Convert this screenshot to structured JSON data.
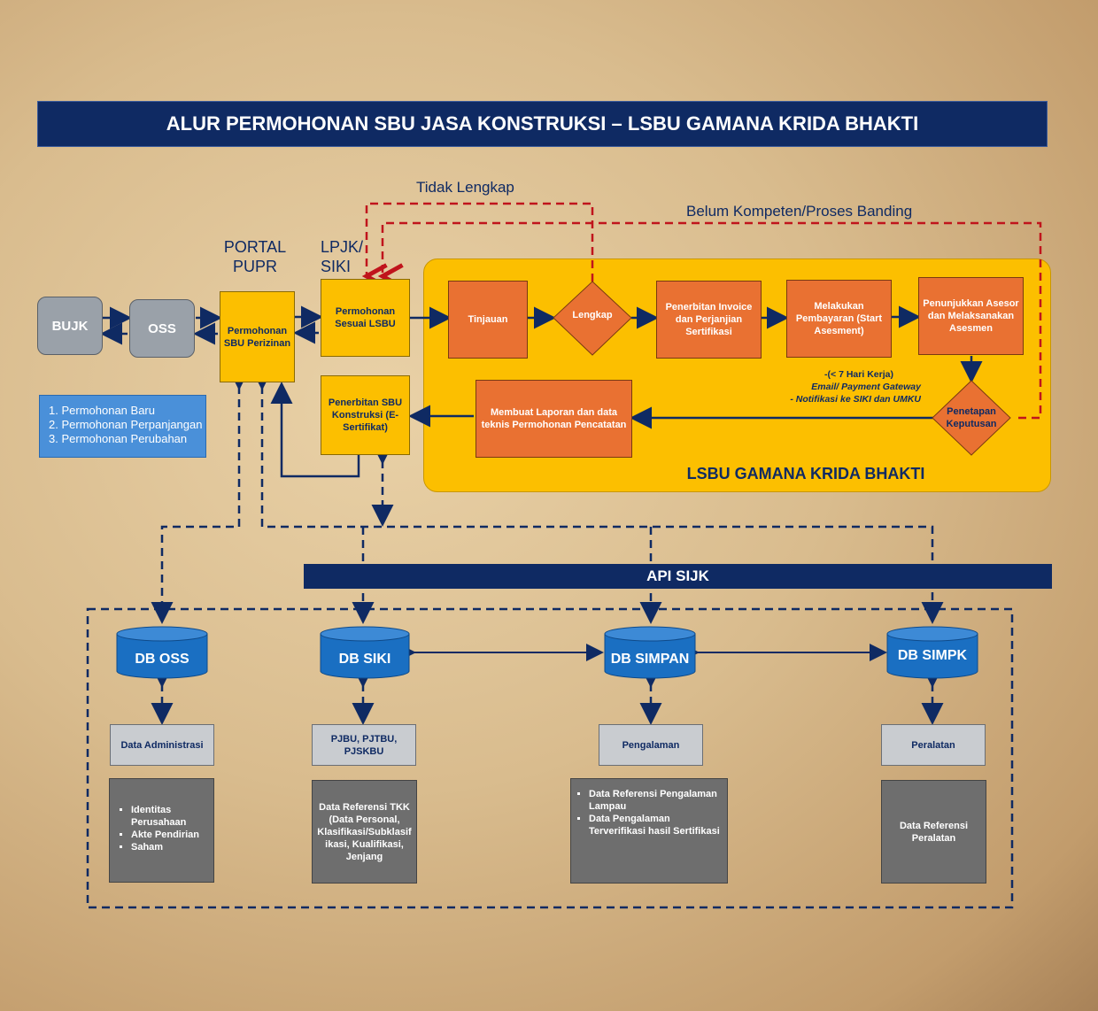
{
  "title": "ALUR PERMOHONAN SBU JASA KONSTRUKSI – LSBU GAMANA KRIDA BHAKTI",
  "headings": {
    "portal": "PORTAL PUPR",
    "lpjk": "LPJK/ SIKI"
  },
  "labels": {
    "tidak_lengkap": "Tidak Lengkap",
    "belum_kompeten": "Belum Kompeten/Proses Banding",
    "lsbu": "LSBU GAMANA KRIDA BHAKTI",
    "api": "API SIJK"
  },
  "nodes": {
    "bujk": "BUJK",
    "oss": "OSS",
    "permohonan_sbu": "Permohonan SBU Perizinan",
    "permohonan_lsbu": "Permohonan Sesuai LSBU",
    "penerbitan_sbu": "Penerbitan SBU Konstruksi (E- Sertifikat)",
    "tinjauan": "Tinjauan",
    "lengkap": "Lengkap",
    "invoice": "Penerbitan Invoice dan Perjanjian Sertifikasi",
    "pembayaran": "Melakukan Pembayaran (Start Asesment)",
    "asesor": "Penunjukkan Asesor dan Melaksanakan Asesmen",
    "keputusan": "Penetapan Keputusan",
    "laporan": "Membuat Laporan dan data teknis Permohonan Pencatatan"
  },
  "notes": [
    "-(< 7 Hari Kerja)",
    "Email/ Payment Gateway",
    "-    Notifikasi ke SIKI dan UMKU"
  ],
  "permohonan_types": [
    "Permohonan Baru",
    "Permohonan Perpanjangan",
    "Permohonan Perubahan"
  ],
  "databases": [
    {
      "name": "DB OSS",
      "category": "Data Administrasi",
      "detail_list": [
        "Identitas Perusahaan",
        "Akte Pendirian",
        "Saham"
      ]
    },
    {
      "name": "DB SIKI",
      "category": "PJBU, PJTBU, PJSKBU",
      "detail_text": "Data Referensi TKK (Data Personal, Klasifikasi/Subklasif ikasi, Kualifikasi, Jenjang"
    },
    {
      "name": "DB SIMPAN",
      "category": "Pengalaman",
      "detail_list": [
        "Data Referensi Pengalaman Lampau",
        "Data Pengalaman Terverifikasi hasil Sertifikasi"
      ]
    },
    {
      "name": "DB SIMPK",
      "category": "Peralatan",
      "detail_text": "Data Referensi Peralatan"
    }
  ],
  "colors": {
    "navy": "#0f2a63",
    "lsbu_yellow": "#fcbf00",
    "process_orange": "#e97132",
    "db_blue": "#1a6fc2",
    "loop_red": "#c0141c"
  }
}
